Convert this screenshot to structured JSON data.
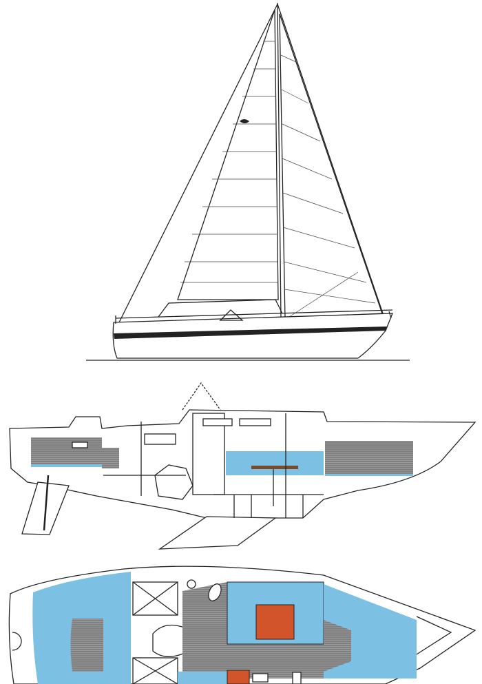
{
  "drawing": {
    "views": [
      "sail-plan",
      "inboard-profile",
      "accommodation-plan"
    ],
    "colors": {
      "line": "#222222",
      "upholstery_blue": "#7cc0e4",
      "cabin_sole_gray": "#8a8a8a",
      "table_red": "#d2542b",
      "table_wood": "#7a4a2a",
      "background": "#ffffff"
    }
  }
}
